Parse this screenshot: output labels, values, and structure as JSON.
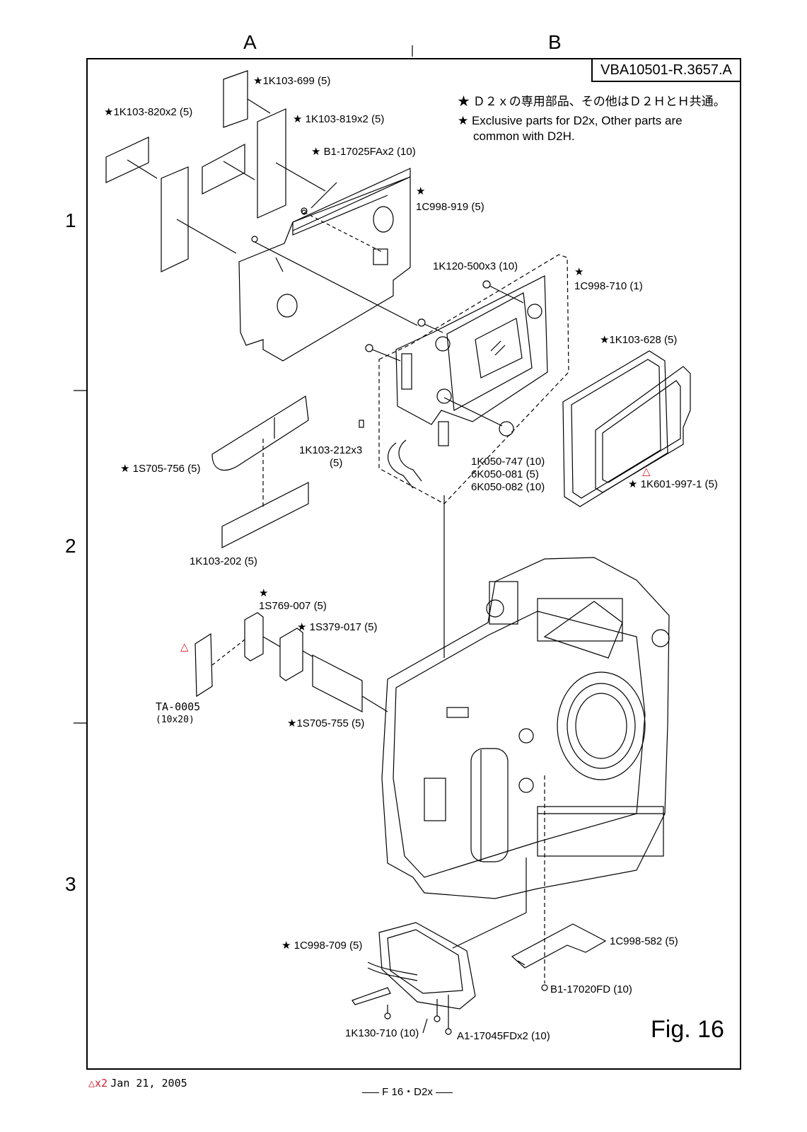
{
  "columns": [
    "A",
    "B"
  ],
  "rows": [
    "1",
    "2",
    "3"
  ],
  "doc_id": "VBA10501-R.3657.A",
  "notes": {
    "jp": "★ Ｄ２ｘの専用部品、その他はＤ２ＨとＨ共通。",
    "en_line1": "★ Exclusive parts for D2x, Other parts are",
    "en_line2": "common with D2H."
  },
  "parts": {
    "p1": "★1K103-699 (5)",
    "p2": "★1K103-820x2 (5)",
    "p3": "★ 1K103-819x2 (5)",
    "p4": "★ B1-17025FAx2 (10)",
    "p5_star": "★",
    "p5": "1C998-919 (5)",
    "p6": "1K120-500x3 (10)",
    "p7_star": "★",
    "p7": "1C998-710 (1)",
    "p8": "★1K103-628 (5)",
    "p9": "★ 1S705-756 (5)",
    "p10a": "1K103-212x3",
    "p10b": "(5)",
    "p11a": "1K050-747 (10)",
    "p11b": "6K050-081 (5)",
    "p11c": "6K050-082 (10)",
    "p12": "★ 1K601-997-1 (5)",
    "p13": "1K103-202 (5)",
    "p14_star": "★",
    "p14": "1S769-007 (5)",
    "p15": "★ 1S379-017 (5)",
    "p16": "★1S705-755 (5)",
    "p17a": "TA-0005",
    "p17b": "(10x20)",
    "p18": "★ 1C998-709 (5)",
    "p19": "1C998-582 (5)",
    "p20": "B1-17020FD (10)",
    "p21": "1K130-710 (10)",
    "p22": "A1-17045FDx2 (10)"
  },
  "figure_label": "Fig. 16",
  "revision": {
    "mark": "△x2",
    "date": "Jan 21, 2005"
  },
  "page_footer": "F 16・D2x",
  "symbols": {
    "triangle": "△"
  }
}
